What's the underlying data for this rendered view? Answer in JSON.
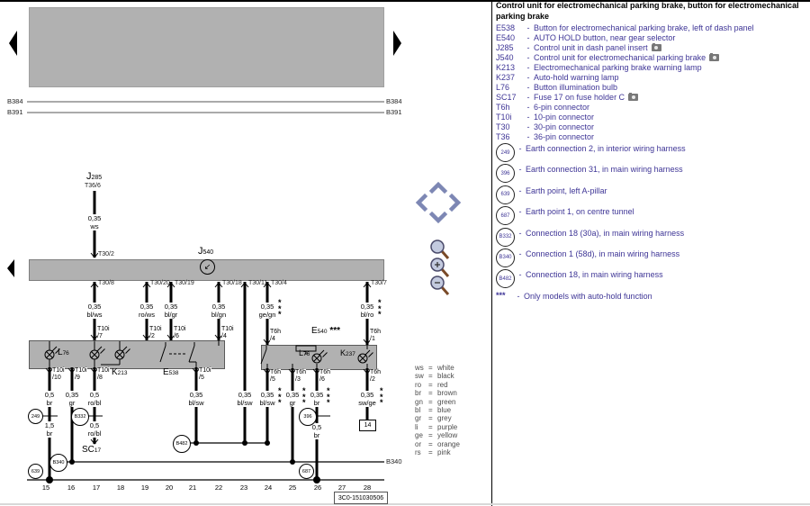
{
  "legend": {
    "dash": "-",
    "title": "Control unit for electromechanical parking brake, button for electromechanical parking brake",
    "components": [
      {
        "code": "E538",
        "desc": "Button for electromechanical parking brake, left of dash panel",
        "camera": false
      },
      {
        "code": "E540",
        "desc": "AUTO HOLD button, near gear selector",
        "camera": false
      },
      {
        "code": "J285",
        "desc": "Control unit in dash panel insert",
        "camera": true
      },
      {
        "code": "J540",
        "desc": "Control unit for electromechanical parking brake",
        "camera": true
      },
      {
        "code": "K213",
        "desc": "Electromechanical parking brake warning lamp",
        "camera": false
      },
      {
        "code": "K237",
        "desc": "Auto-hold warning lamp",
        "camera": false
      },
      {
        "code": "L76",
        "desc": "Button illumination bulb",
        "camera": false
      },
      {
        "code": "SC17",
        "desc": "Fuse 17 on fuse holder C",
        "camera": true
      },
      {
        "code": "T6h",
        "desc": "6-pin connector",
        "camera": false
      },
      {
        "code": "T10i",
        "desc": "10-pin connector",
        "camera": false
      },
      {
        "code": "T30",
        "desc": "30-pin connector",
        "camera": false
      },
      {
        "code": "T36",
        "desc": "36-pin connector",
        "camera": false
      }
    ],
    "points": [
      {
        "code": "249",
        "desc": "Earth connection 2, in interior wiring harness",
        "circle": true
      },
      {
        "code": "396",
        "desc": "Earth connection 31, in main wiring harness",
        "circle": true
      },
      {
        "code": "639",
        "desc": "Earth point, left A-pillar",
        "circle": true
      },
      {
        "code": "687",
        "desc": "Earth point 1, on centre tunnel",
        "circle": true
      },
      {
        "code": "B332",
        "desc": "Connection 18 (30a), in main wiring harness",
        "circle": true
      },
      {
        "code": "B340",
        "desc": "Connection 1 (58d), in main wiring harness",
        "circle": true
      },
      {
        "code": "B482",
        "desc": "Connection 18, in main wiring harness",
        "circle": true
      },
      {
        "code": "***",
        "desc": "Only models with auto-hold function",
        "circle": false
      }
    ]
  },
  "wire_colors": {
    "eq": "=",
    "rows": [
      {
        "code": "ws",
        "name": "white"
      },
      {
        "code": "sw",
        "name": "black"
      },
      {
        "code": "ro",
        "name": "red"
      },
      {
        "code": "br",
        "name": "brown"
      },
      {
        "code": "gn",
        "name": "green"
      },
      {
        "code": "bl",
        "name": "blue"
      },
      {
        "code": "gr",
        "name": "grey"
      },
      {
        "code": "li",
        "name": "purple"
      },
      {
        "code": "ge",
        "name": "yellow"
      },
      {
        "code": "or",
        "name": "orange"
      },
      {
        "code": "rs",
        "name": "pink"
      }
    ]
  },
  "diagram": {
    "b384": "B384",
    "b391": "B391",
    "b340_label": "B340",
    "stars": "***",
    "j285": {
      "name": "J",
      "sub": "285",
      "conn": "T36/6",
      "size": "0,35",
      "color": "ws",
      "pin": "T30/2"
    },
    "j540": {
      "name": "J",
      "sub": "540",
      "goto_arrow": "↙"
    },
    "t30_pins": [
      "T30/8",
      "T30/20",
      "T30/19",
      "T30/18",
      "T30/11",
      "T30/4",
      "T30/7"
    ],
    "mid_wires": [
      {
        "size": "0,35",
        "color": "bl/ws"
      },
      {
        "size": "0,35",
        "color": "ro/ws"
      },
      {
        "size": "0,35",
        "color": "bl/gr"
      },
      {
        "size": "0,35",
        "color": "bl/gn"
      },
      {
        "size": "0,35",
        "color": "ge/gn"
      },
      {
        "size": "0,35",
        "color": "bl/ro"
      }
    ],
    "mid_conns": [
      [
        "T10i",
        "/7"
      ],
      [
        "T10i",
        "/2"
      ],
      [
        "T10i",
        "/6"
      ],
      [
        "T10i",
        "/4"
      ],
      [
        "T6h",
        "/4"
      ],
      [
        "T6h",
        "/1"
      ]
    ],
    "e540_top": {
      "name": "E",
      "sub": "540",
      "stars": "***"
    },
    "left_box": {
      "l76": {
        "name": "L",
        "sub": "76"
      },
      "k213": {
        "name": "K",
        "sub": "213"
      },
      "e538": {
        "name": "E",
        "sub": "538"
      }
    },
    "right_box": {
      "l76": {
        "name": "L",
        "sub": "76"
      },
      "k237": {
        "name": "K",
        "sub": "237"
      }
    },
    "bot_conns_left": [
      [
        "T10i",
        "/10"
      ],
      [
        "T10i",
        "/9"
      ],
      [
        "T10i",
        "/8"
      ],
      [
        "T10i",
        "/5"
      ]
    ],
    "bot_conns_right": [
      [
        "T6h",
        "/5"
      ],
      [
        "T6h",
        "/3"
      ],
      [
        "T6h",
        "/6"
      ],
      [
        "T6h",
        "/2"
      ]
    ],
    "low_wires": [
      {
        "size": "0,5",
        "color": "br"
      },
      {
        "size": "0,35",
        "color": "gr"
      },
      {
        "size": "0,5",
        "color": "ro/bl"
      },
      {
        "size": "0,35",
        "color": "bl/sw"
      },
      {
        "size": "0,35",
        "color": "bl/sw"
      },
      {
        "size": "0,35",
        "color": "bl/sw"
      },
      {
        "size": "0,35",
        "color": "gr"
      },
      {
        "size": "0,35",
        "color": "br"
      },
      {
        "size": "0,35",
        "color": "sw/ge"
      }
    ],
    "low_wires2": [
      {
        "size": "1,5",
        "color": "br"
      },
      {
        "size": "0,5",
        "color": "ro/bl"
      },
      {
        "size": "0,5",
        "color": "br"
      }
    ],
    "fuse": {
      "name": "SC",
      "sub": "17"
    },
    "circles": {
      "c249": "249",
      "c396": "396",
      "c639": "639",
      "c687": "687",
      "b332": "B332",
      "b340": "B340",
      "b482": "B482"
    },
    "box14": "14",
    "tracks": [
      "15",
      "16",
      "17",
      "18",
      "19",
      "20",
      "21",
      "22",
      "23",
      "24",
      "25",
      "26",
      "27",
      "28"
    ],
    "part_number": "3C0-151030506"
  }
}
